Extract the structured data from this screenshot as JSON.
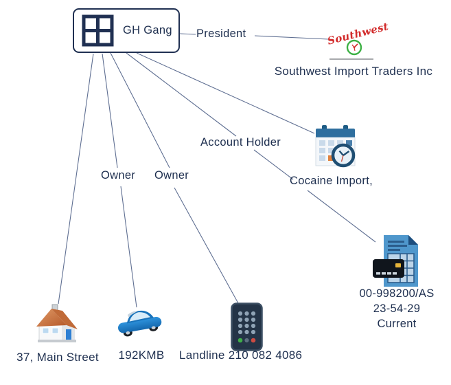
{
  "diagram": {
    "background": "#ffffff",
    "link_color": "#5f6f92",
    "text_color": "#1e2f4f",
    "node_border_color": "#203052"
  },
  "entities": {
    "gang": {
      "label": "GH Gang",
      "icon": "organization-grid-icon"
    },
    "company": {
      "label": "Southwest Import Traders Inc",
      "logo_text": "Southwest",
      "icon": "southwest-logo",
      "logo_red": "#d22b2b",
      "logo_green": "#3cb043"
    },
    "event": {
      "label": "Cocaine Import,",
      "icon": "calendar-clock-icon"
    },
    "account": {
      "line1": "00-998200/AS",
      "line2": "23-54-29",
      "line3": "Current",
      "icon": "document-card-icon"
    },
    "address": {
      "label": "37, Main Street",
      "icon": "house-icon"
    },
    "vehicle": {
      "label": "192KMB",
      "icon": "car-icon"
    },
    "phone": {
      "label": "Landline 210 082 4086",
      "icon": "phone-icon"
    }
  },
  "links": [
    {
      "id": "president",
      "label": "President",
      "from": "gang",
      "to": "company"
    },
    {
      "id": "account-holder",
      "label": "Account Holder",
      "from": "gang",
      "to": "account"
    },
    {
      "id": "owner-vehicle",
      "label": "Owner",
      "from": "gang",
      "to": "vehicle"
    },
    {
      "id": "owner-phone",
      "label": "Owner",
      "from": "gang",
      "to": "phone"
    },
    {
      "id": "gang-address",
      "label": "",
      "from": "gang",
      "to": "address"
    },
    {
      "id": "gang-event",
      "label": "",
      "from": "gang",
      "to": "event"
    }
  ]
}
